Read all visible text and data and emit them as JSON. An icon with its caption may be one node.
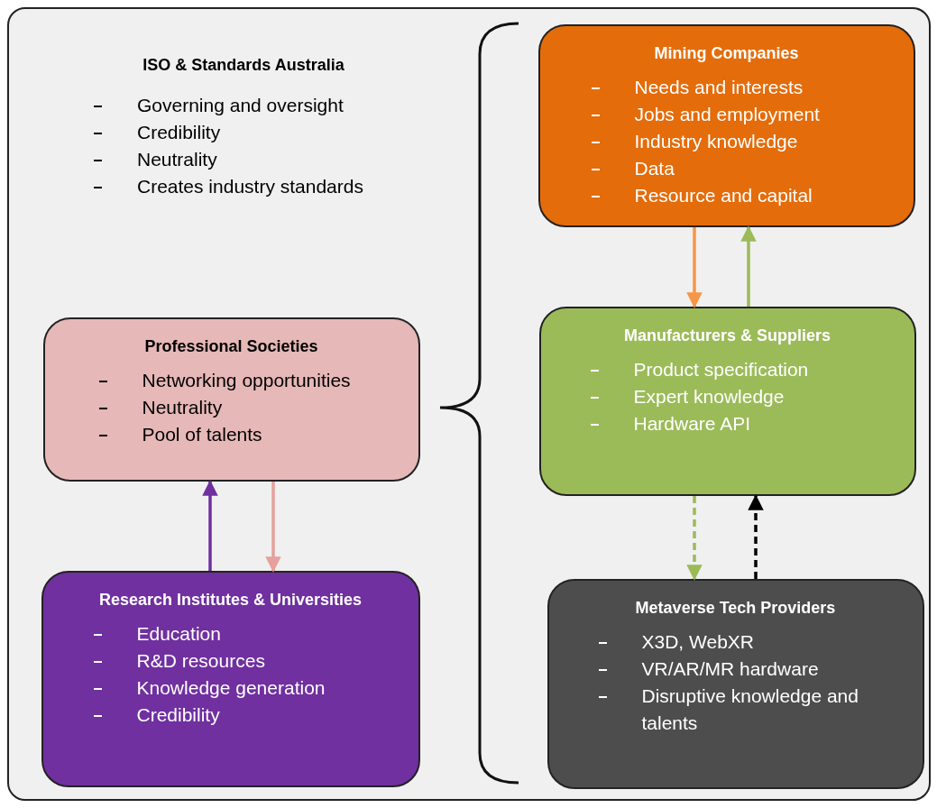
{
  "diagram": {
    "nodes": [
      {
        "text": [
          "ISO & Standards Australia",
          "Governing and oversight",
          "Credibility",
          "Neutrality",
          "Creates industry standards"
        ]
      },
      {
        "text": [
          "Mining Companies",
          "Needs and interests",
          "Jobs and employment",
          "Industry knowledge",
          "Data",
          "Resource and capital"
        ],
        "in": 0
      },
      {
        "text": [
          "Professional Societies",
          "Networking opportunities",
          "Neutrality",
          "Pool of talents"
        ],
        "in": 0
      },
      {
        "text": [
          "Manufacturers & Suppliers",
          "Product specification",
          "Expert knowledge",
          "Hardware API"
        ],
        "in": 0
      },
      {
        "text": [
          "Research Institutes & Universities",
          "Education",
          "R&D resources",
          "Knowledge generation",
          "Credibility"
        ],
        "in": 0
      },
      {
        "text": [
          "Metaverse Tech Providers",
          "X3D, WebXR",
          "VR/AR/MR hardware",
          "Disruptive knowledge and talents"
        ],
        "in": 0
      }
    ],
    "edges": [
      {
        "from": 3,
        "to": 1,
        "arrow": "to",
        "color": "#9bbb59"
      },
      {
        "from": 1,
        "to": 3,
        "arrow": "to",
        "color": "#f79646"
      },
      {
        "from": 3,
        "to": 5,
        "arrow": "to",
        "style": "dashed",
        "color": "#9bbb59"
      },
      {
        "from": 5,
        "to": 3,
        "arrow": "to",
        "style": "dashed",
        "color": "#000000"
      },
      {
        "from": 4,
        "to": 2,
        "arrow": "to",
        "color": "#7030a0"
      },
      {
        "from": 2,
        "to": 4,
        "arrow": "to",
        "color": "#e6a19c"
      }
    ]
  }
}
